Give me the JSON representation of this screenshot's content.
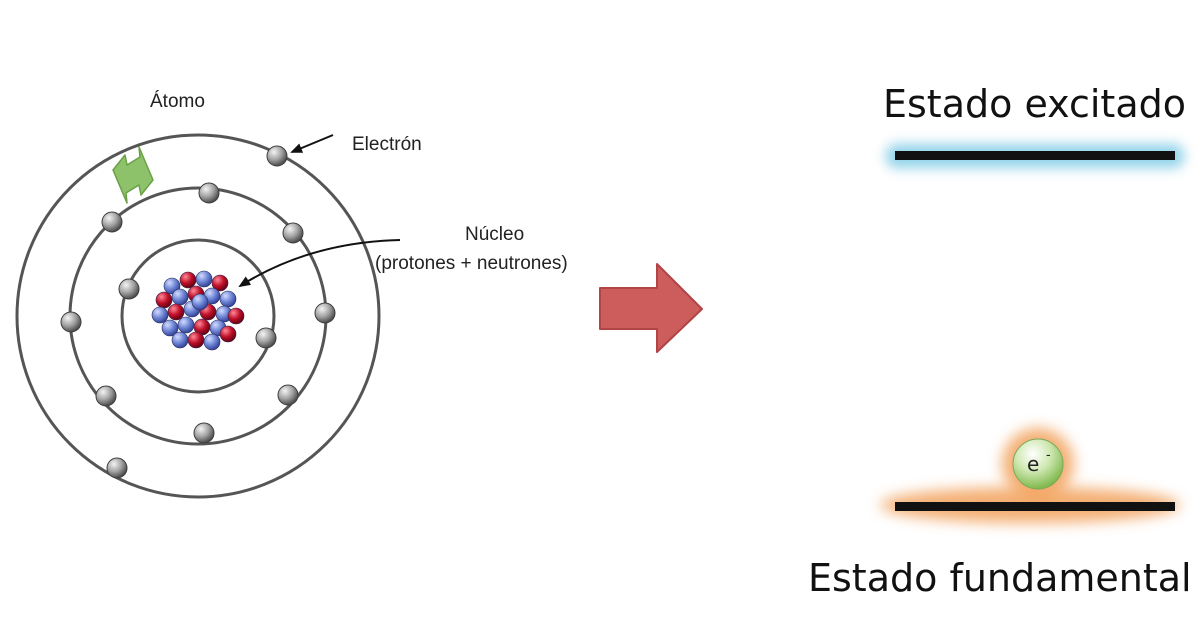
{
  "atom": {
    "title": "Átomo",
    "electron_label": "Electrón",
    "nucleus_label": "Núcleo",
    "nucleus_detail": "(protones + neutrones)"
  },
  "levels": {
    "excited_label": "Estado excitado",
    "ground_label": "Estado fundamental",
    "electron_symbol": "e",
    "electron_charge": "-"
  },
  "colors": {
    "orbit": "#555555",
    "electron": "#9a9a9a",
    "proton": "#c0102a",
    "neutron": "#6f86d6",
    "arrow": "#cd5c5c",
    "arrow_stroke": "#b14444",
    "double_arrow": "#8dc26b",
    "excited_glow": "#7ecbe6",
    "ground_glow": "#f2a15c",
    "electron_ball": "#a9d67a"
  },
  "icons": [
    "double-arrow-icon",
    "right-arrow-icon",
    "pointer-arrow-icon"
  ]
}
